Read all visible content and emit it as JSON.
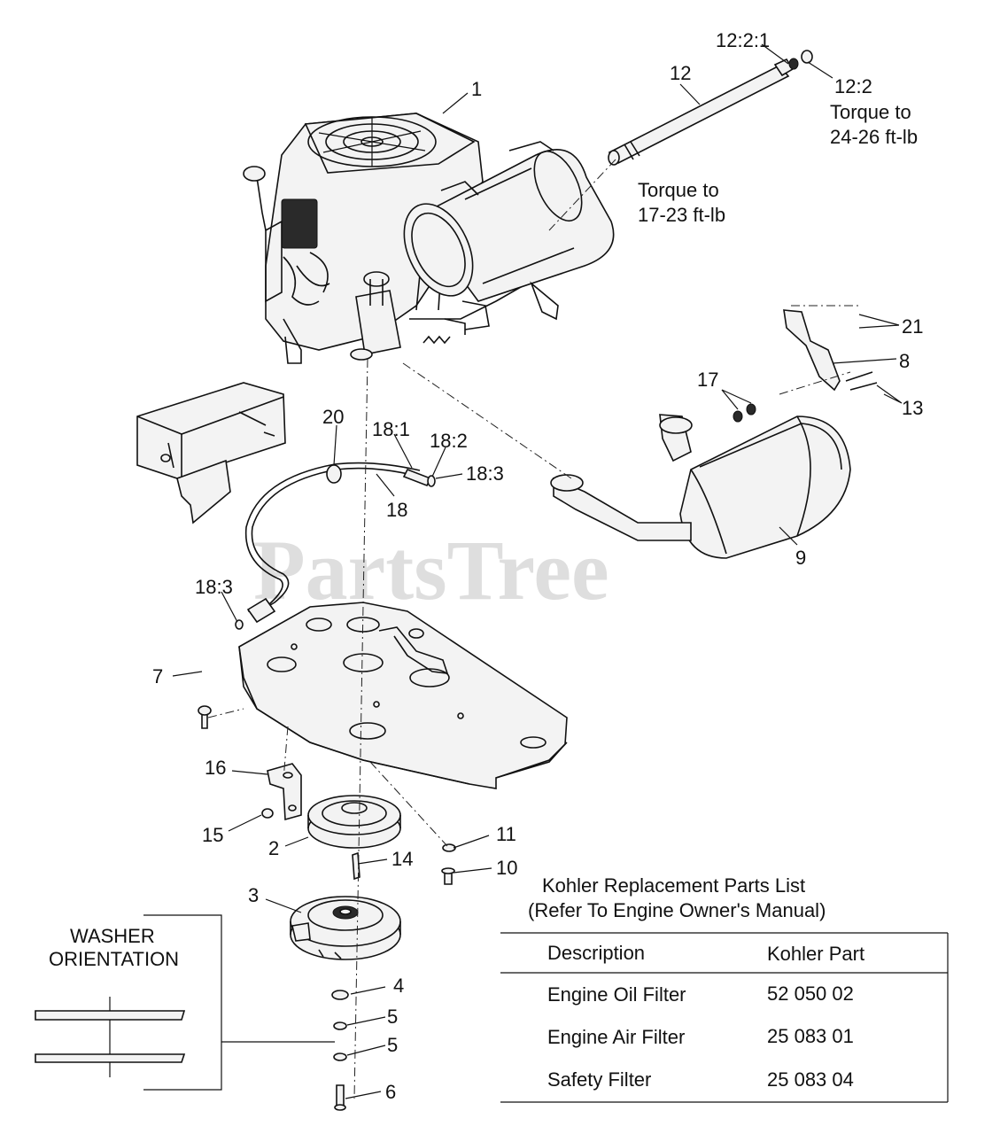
{
  "watermark": "PartsTree",
  "callouts": {
    "c1": "1",
    "c2": "2",
    "c3": "3",
    "c4": "4",
    "c5a": "5",
    "c5b": "5",
    "c6": "6",
    "c7": "7",
    "c8": "8",
    "c9": "9",
    "c10": "10",
    "c11": "11",
    "c12": "12",
    "c12_2_1": "12:2:1",
    "c12_2": "12:2",
    "c13": "13",
    "c14": "14",
    "c15": "15",
    "c16": "16",
    "c17": "17",
    "c18": "18",
    "c18_1": "18:1",
    "c18_2": "18:2",
    "c18_3a": "18:3",
    "c18_3b": "18:3",
    "c20": "20",
    "c21": "21"
  },
  "notes": {
    "torque_top_line1": "Torque to",
    "torque_top_line2": "24-26 ft-lb",
    "torque_mid_line1": "Torque to",
    "torque_mid_line2": "17-23 ft-lb",
    "washer_line1": "WASHER",
    "washer_line2": "ORIENTATION"
  },
  "parts_table": {
    "title_line1": "Kohler Replacement Parts List",
    "title_line2": "(Refer To Engine Owner's Manual)",
    "headers": [
      "Description",
      "Kohler Part"
    ],
    "rows": [
      [
        "Engine Oil Filter",
        "52 050 02"
      ],
      [
        "Engine Air Filter",
        "25 083 01"
      ],
      [
        "Safety Filter",
        "25 083 04"
      ]
    ]
  }
}
